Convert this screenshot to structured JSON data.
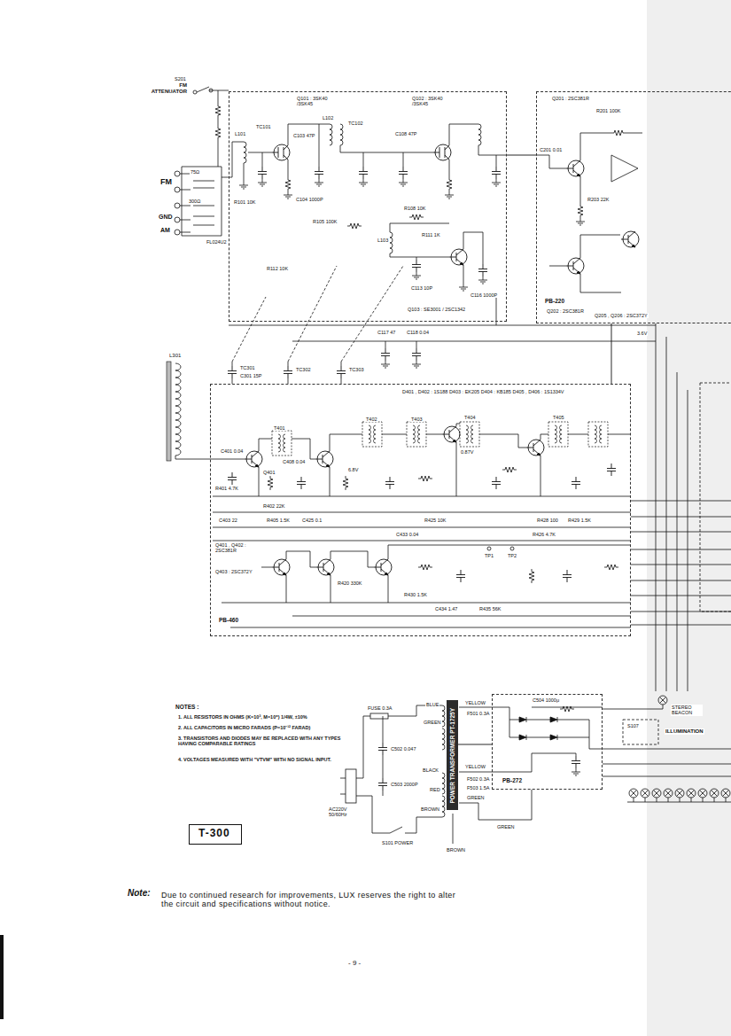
{
  "diagram": {
    "nodes": [
      {
        "text": [
          "Q101 : 3SK40 /3SK45",
          "Q102 : 3SK40 /3SK45",
          "Q103 : SE3001 / 2SC1342"
        ]
      },
      {
        "text": [
          "Q201 : 2SC381R",
          "PB-220",
          "Q202 : 2SC381R"
        ]
      },
      {
        "text": [
          "D401 , D402 : 1S188 D403 : EK205 D404 : KB185 D405 , D406 : 1S1334V",
          "PB-460"
        ]
      },
      {
        "text": [
          "PB-272"
        ]
      },
      {
        "text": [
          "T-300"
        ]
      },
      {
        "text": [
          "POWER TRANSFORMER PT-1725Y"
        ]
      }
    ],
    "edges": [
      {
        "from": 0,
        "to": 1,
        "arrow": "none"
      },
      {
        "from": 2,
        "to": 1,
        "arrow": "none"
      },
      {
        "from": 5,
        "to": 3,
        "arrow": "none"
      }
    ],
    "labels": [
      "S201",
      "FM ATTENUATOR",
      "FM",
      "75Ω",
      "300Ω",
      "GND",
      "AM",
      "FL024U2",
      "L101",
      "TC101",
      "C103 47P",
      "R101 10K",
      "C104 1000P",
      "L102",
      "TC102",
      "C108 47P",
      "R105 100K",
      "R108 10K",
      "L103",
      "R111 1K",
      "C116 1000P",
      "C113 10P",
      "R112 10K",
      "C201 0.01",
      "R201 100K",
      "R203 22K",
      "Q205 , Q206 : 2SC372Y",
      "3.6V",
      "C117 47",
      "C118 0.04",
      "L301",
      "TC301",
      "C301 15P",
      "TC302",
      "TC303",
      "C401 0.04",
      "T401",
      "Q401",
      "C408 0.04",
      "T402",
      "6.8V",
      "T403",
      "0.87V",
      "T404",
      "T405",
      "R401 4.7K",
      "R402 22K",
      "C403 22",
      "R405 1.5K",
      "C425 0.1",
      "R420 330K",
      "C433 0.04",
      "R430 1.5K",
      "C434 1.47",
      "R435 56K",
      "R425 10K",
      "TP1",
      "TP2",
      "R426 4.7K",
      "R428 100",
      "R429 1.5K",
      "Q401 , Q402 : 2SC381R",
      "Q403 : 2SC372Y",
      "NOTES :",
      "1. ALL RESISTORS IN OHMS (K=10³, M=10⁶) 1/4W, ±10%",
      "2. ALL CAPACITORS IN MICRO FARADS (P=10⁻¹² FARAD)",
      "3. TRANSISTORS AND DIODES MAY BE REPLACED WITH ANY TYPES HAVING COMPARABLE RATINGS",
      "4. VOLTAGES MEASURED WITH \"VTVM\" WITH NO SIGNAL INPUT.",
      "FUSE 0.3A",
      "C502 0.047",
      "C503 2000P",
      "AC220V 50/60Hz",
      "S101 POWER",
      "BLUE",
      "GREEN",
      "BLACK",
      "RED",
      "BROWN",
      "YELLOW",
      "F501 0.3A",
      "YELLOW",
      "F502 0.3A",
      "F503 1.5A",
      "GREEN",
      "BROWN",
      "GREEN",
      "C504 1000μ",
      "STEREO BEACON",
      "S107",
      "ILLUMINATION",
      "Note:",
      "Due to continued research for improvements, LUX reserves the right to alter the circuit and specifications without notice.",
      "- 9 -"
    ]
  }
}
